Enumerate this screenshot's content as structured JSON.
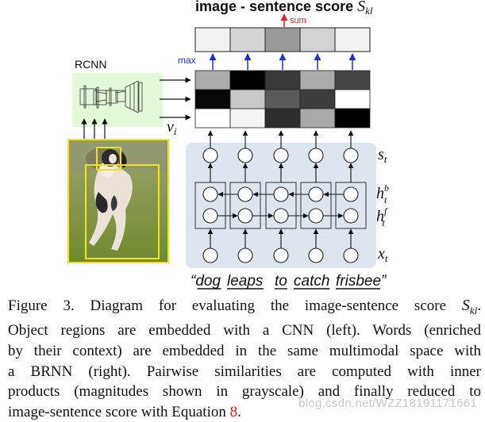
{
  "diagram": {
    "title": "image - sentence score ",
    "title_symbol": "S",
    "title_symbol_sub": "kl",
    "sum_label": "sum",
    "max_label": "max",
    "rcnn_label": "RCNN",
    "vi_label": "v",
    "vi_sub": "i",
    "st_label": "s",
    "st_sub": "t",
    "htb_label": "h",
    "htb_sub": "t",
    "htb_sup": "b",
    "htf_label": "h",
    "htf_sub": "t",
    "htf_sup": "f",
    "xt_label": "x",
    "xt_sub": "t",
    "sentence_words": [
      "“dog",
      "leaps",
      "to",
      "catch",
      "frisbee”"
    ],
    "score_row_shades": [
      "#f2f2f2",
      "#d6d6d6",
      "#9a9a9a",
      "#d2d2d2",
      "#f0f0f0"
    ],
    "matrix_shades": [
      [
        "#ababab",
        "#000000",
        "#3a3a3a",
        "#ababab",
        "#444444"
      ],
      [
        "#080808",
        "#c8c8c8",
        "#5a5a5a",
        "#3c3c3c",
        "#ffffff"
      ],
      [
        "#ffffff",
        "#f4f4f4",
        "#2e2e2e",
        "#a8a8a8",
        "#000000"
      ]
    ],
    "colors": {
      "rcnn_bg": "#e3f8d8",
      "brnn_bg": "#dde6ef",
      "box_yellow": "#f2e21a",
      "arrow_blue": "#2030d0",
      "sum_red": "#e02020"
    }
  },
  "caption": {
    "lines": [
      "Figure 3. Diagram for evaluating the image-sentence score ",
      "Object regions are embedded with a CNN (left). Words (enriched",
      "by their context) are embedded in the same multimodal space with",
      "a BRNN (right).  Pairwise similarities are computed with inner",
      "products (magnitudes shown in grayscale) and finally reduced to",
      "image-sentence score with Equation "
    ],
    "score_symbol": "S",
    "score_sub": "kl",
    "score_end": ".",
    "equation_number": "8",
    "equation_end": "."
  },
  "watermark": "blog.csdn.net/WZZ18191171661"
}
